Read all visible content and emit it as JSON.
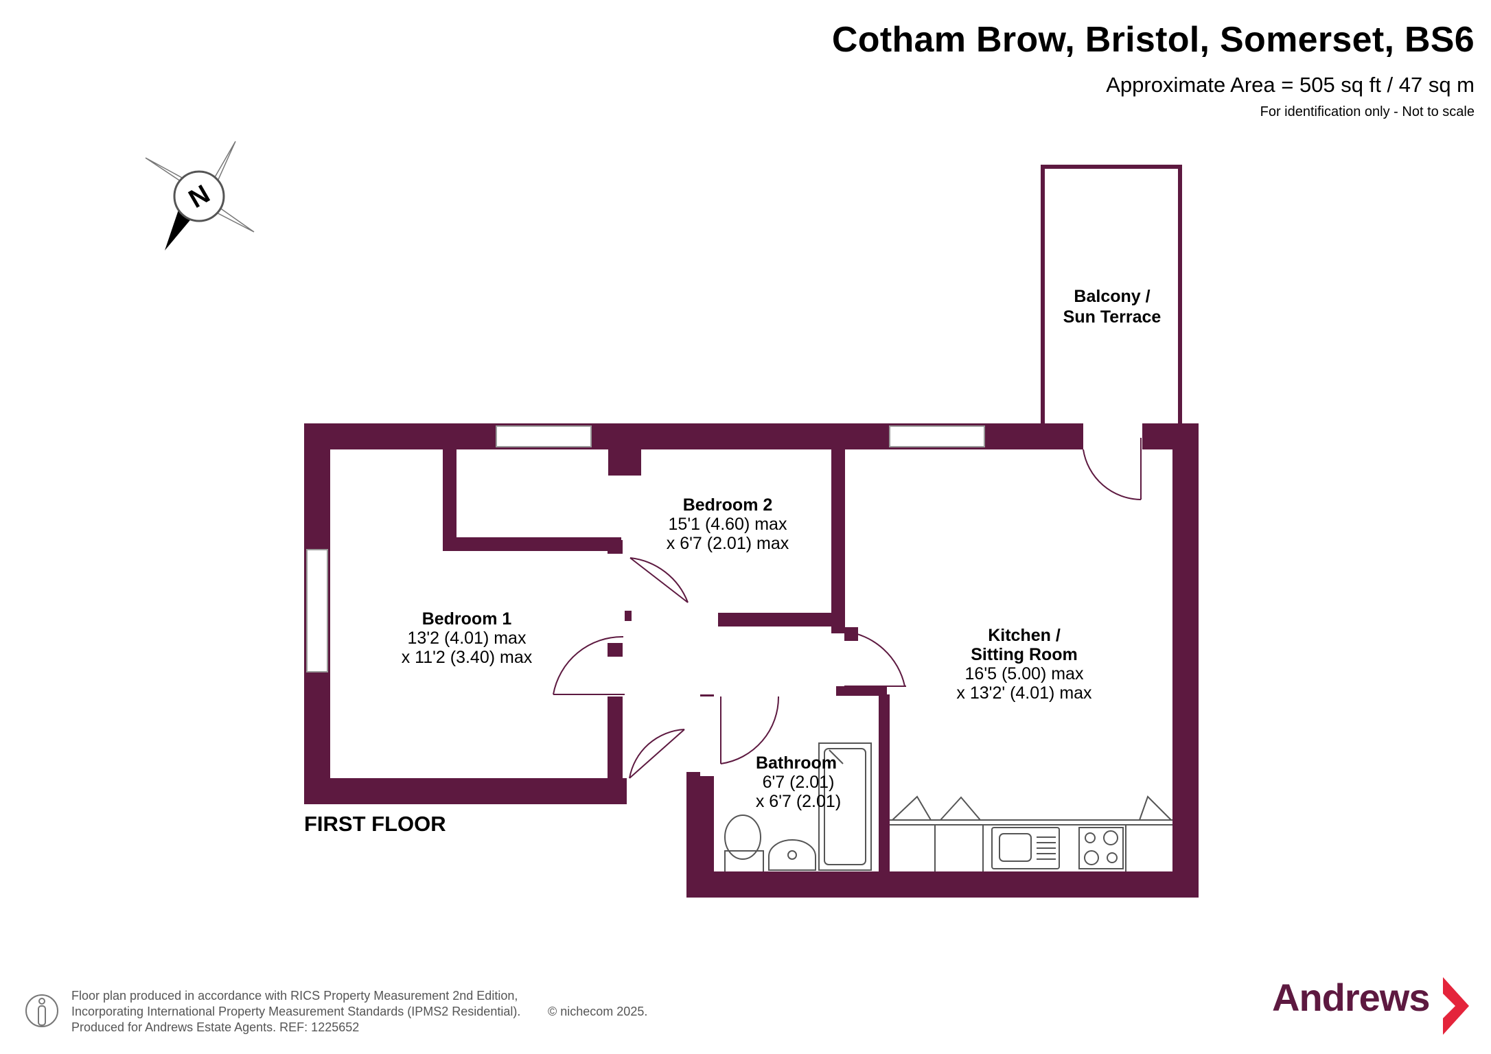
{
  "header": {
    "title": "Cotham Brow, Bristol, Somerset, BS6",
    "area": "Approximate Area = 505 sq ft / 47 sq m",
    "note": "For identification only - Not to scale"
  },
  "compass": {
    "letter": "N"
  },
  "rooms": [
    {
      "name": "Bedroom 2",
      "dim1": "15'1 (4.60) max",
      "dim2": "x 6'7 (2.01) max"
    },
    {
      "name": "Bedroom 1",
      "dim1": "13'2 (4.01) max",
      "dim2": "x 11'2 (3.40) max"
    },
    {
      "name": "Kitchen /",
      "name2": "Sitting Room",
      "dim1": "16'5 (5.00) max",
      "dim2": "x 13'2' (4.01) max"
    },
    {
      "name": "Bathroom",
      "dim1": "6'7 (2.01)",
      "dim2": "x 6'7 (2.01)"
    },
    {
      "name": "Balcony /",
      "name2": "Sun Terrace"
    }
  ],
  "floor_label": "FIRST FLOOR",
  "footer": {
    "line1": "Floor plan produced in accordance with RICS Property Measurement 2nd Edition,",
    "line2": "Incorporating International Property Measurement Standards (IPMS2 Residential).",
    "line3": "Produced for Andrews Estate Agents.   REF: 1225652",
    "copyright": "© nichecom 2025."
  },
  "brand": {
    "name": "Andrews",
    "color": "#5d1940"
  },
  "colors": {
    "wall": "#5d1940",
    "fixture": "#555555"
  }
}
